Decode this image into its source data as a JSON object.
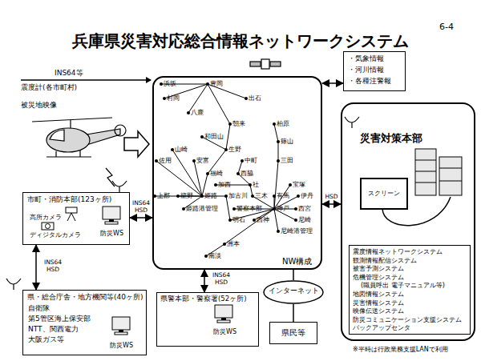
{
  "diagram": {
    "title": "兵庫県災害対応総合情報ネットワークシステム",
    "nodes": [
      {
        "text": [
          "NW構成"
        ]
      },
      {
        "text": [
          "市町・消防本部(123ヶ所)",
          "高所カメラ",
          "ディジタルカメラ",
          "防災WS"
        ]
      },
      {
        "text": [
          "県・総合庁舎・地方機関等(40ヶ所)",
          "自衛隊",
          "第5管区海上保安部",
          "NTT、関西電力",
          "大阪ガス等",
          "防災WS"
        ]
      },
      {
        "text": [
          "県警本部・警察署(52ヶ所)",
          "防災WS"
        ]
      },
      {
        "text": [
          "インターネット"
        ]
      },
      {
        "text": [
          "県民等"
        ]
      },
      {
        "text": [
          "・気象情報",
          "・河川情報",
          "・各種注警報"
        ]
      },
      {
        "text": [
          "災害対策本部"
        ]
      },
      {
        "text": [
          "スクリーン"
        ],
        "in": 7
      },
      {
        "text": [
          "震度情報ネットワークシステム",
          "観測情報配信システム",
          "被害予測システム",
          "危機管理システム",
          "(職員呼出 電子マニュアル等)",
          "地図情報システム",
          "災害情報システム",
          "映像伝送システム",
          "防災コミュニケーション支援システム",
          "バックアップセンタ"
        ],
        "in": 7
      }
    ],
    "edges": [
      {
        "from": 1,
        "to": 0,
        "arrow": "both",
        "label": "INS64 HSD"
      },
      {
        "from": 2,
        "to": 1,
        "arrow": "both",
        "label": "INS64 HSD"
      },
      {
        "from": 3,
        "to": 0,
        "arrow": "both",
        "label": "INS64 HSD"
      },
      {
        "from": 4,
        "to": 0,
        "arrow": "none"
      },
      {
        "from": 4,
        "to": 5,
        "arrow": "none"
      },
      {
        "from": 0,
        "to": 7,
        "arrow": "both",
        "label": "HSD"
      },
      {
        "from": 0,
        "to": 6,
        "arrow": "both"
      }
    ],
    "labels": [
      "6-4",
      "INS64等",
      "震度計(各市町村)",
      "被災地映像",
      "浜坂",
      "豊岡",
      "村岡",
      "出石",
      "八鹿",
      "朝来",
      "柏原",
      "和田山",
      "篠山",
      "山崎",
      "生野",
      "佐用",
      "安富",
      "中町",
      "三田",
      "福崎",
      "西脇",
      "加西",
      "社",
      "宝塚",
      "上郡",
      "龍野",
      "姫路",
      "加古川",
      "三木",
      "有馬",
      "伊丹",
      "姫路港管理",
      "警察本部",
      "神戸",
      "西宮",
      "明石",
      "西神",
      "尼崎",
      "尼崎港管理",
      "洲本",
      "南淡",
      "※平時は行政業務支援LANで利用"
    ]
  }
}
